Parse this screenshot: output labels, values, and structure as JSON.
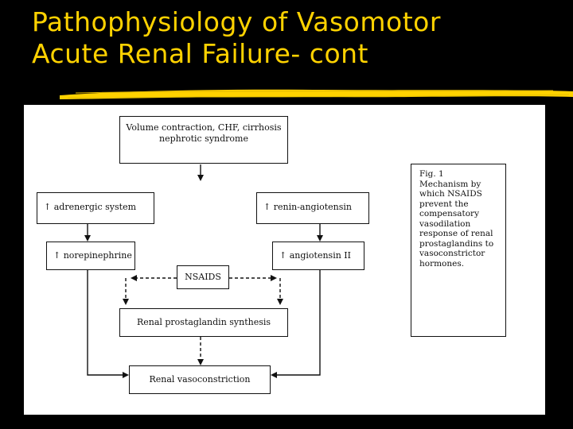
{
  "slide": {
    "title_line1": "Pathophysiology of Vasomotor",
    "title_line2": "Acute Renal Failure- cont",
    "accent_color": "#FFD200",
    "background_color": "#000000"
  },
  "diagram": {
    "nodes": {
      "volume": {
        "line1": "Volume contraction, CHF, cirrhosis",
        "line2": "nephrotic syndrome"
      },
      "adrenergic": {
        "text": "↑ adrenergic system"
      },
      "renin": {
        "text": "↑ renin-angiotensin"
      },
      "norepinephrine": {
        "text": "↑ norepinephrine"
      },
      "angiotensin": {
        "text": "↑ angiotensin II"
      },
      "nsaids": {
        "text": "NSAIDS"
      },
      "prostaglandin": {
        "text": "Renal prostaglandin synthesis"
      },
      "vasoconstriction": {
        "text": "Renal vasoconstriction"
      }
    },
    "caption": {
      "fig_label": "Fig. 1",
      "text": "Mechanism by which NSAIDS prevent the compensatory vasodilation response of renal prostaglandins to vasoconstrictor hormones."
    }
  }
}
